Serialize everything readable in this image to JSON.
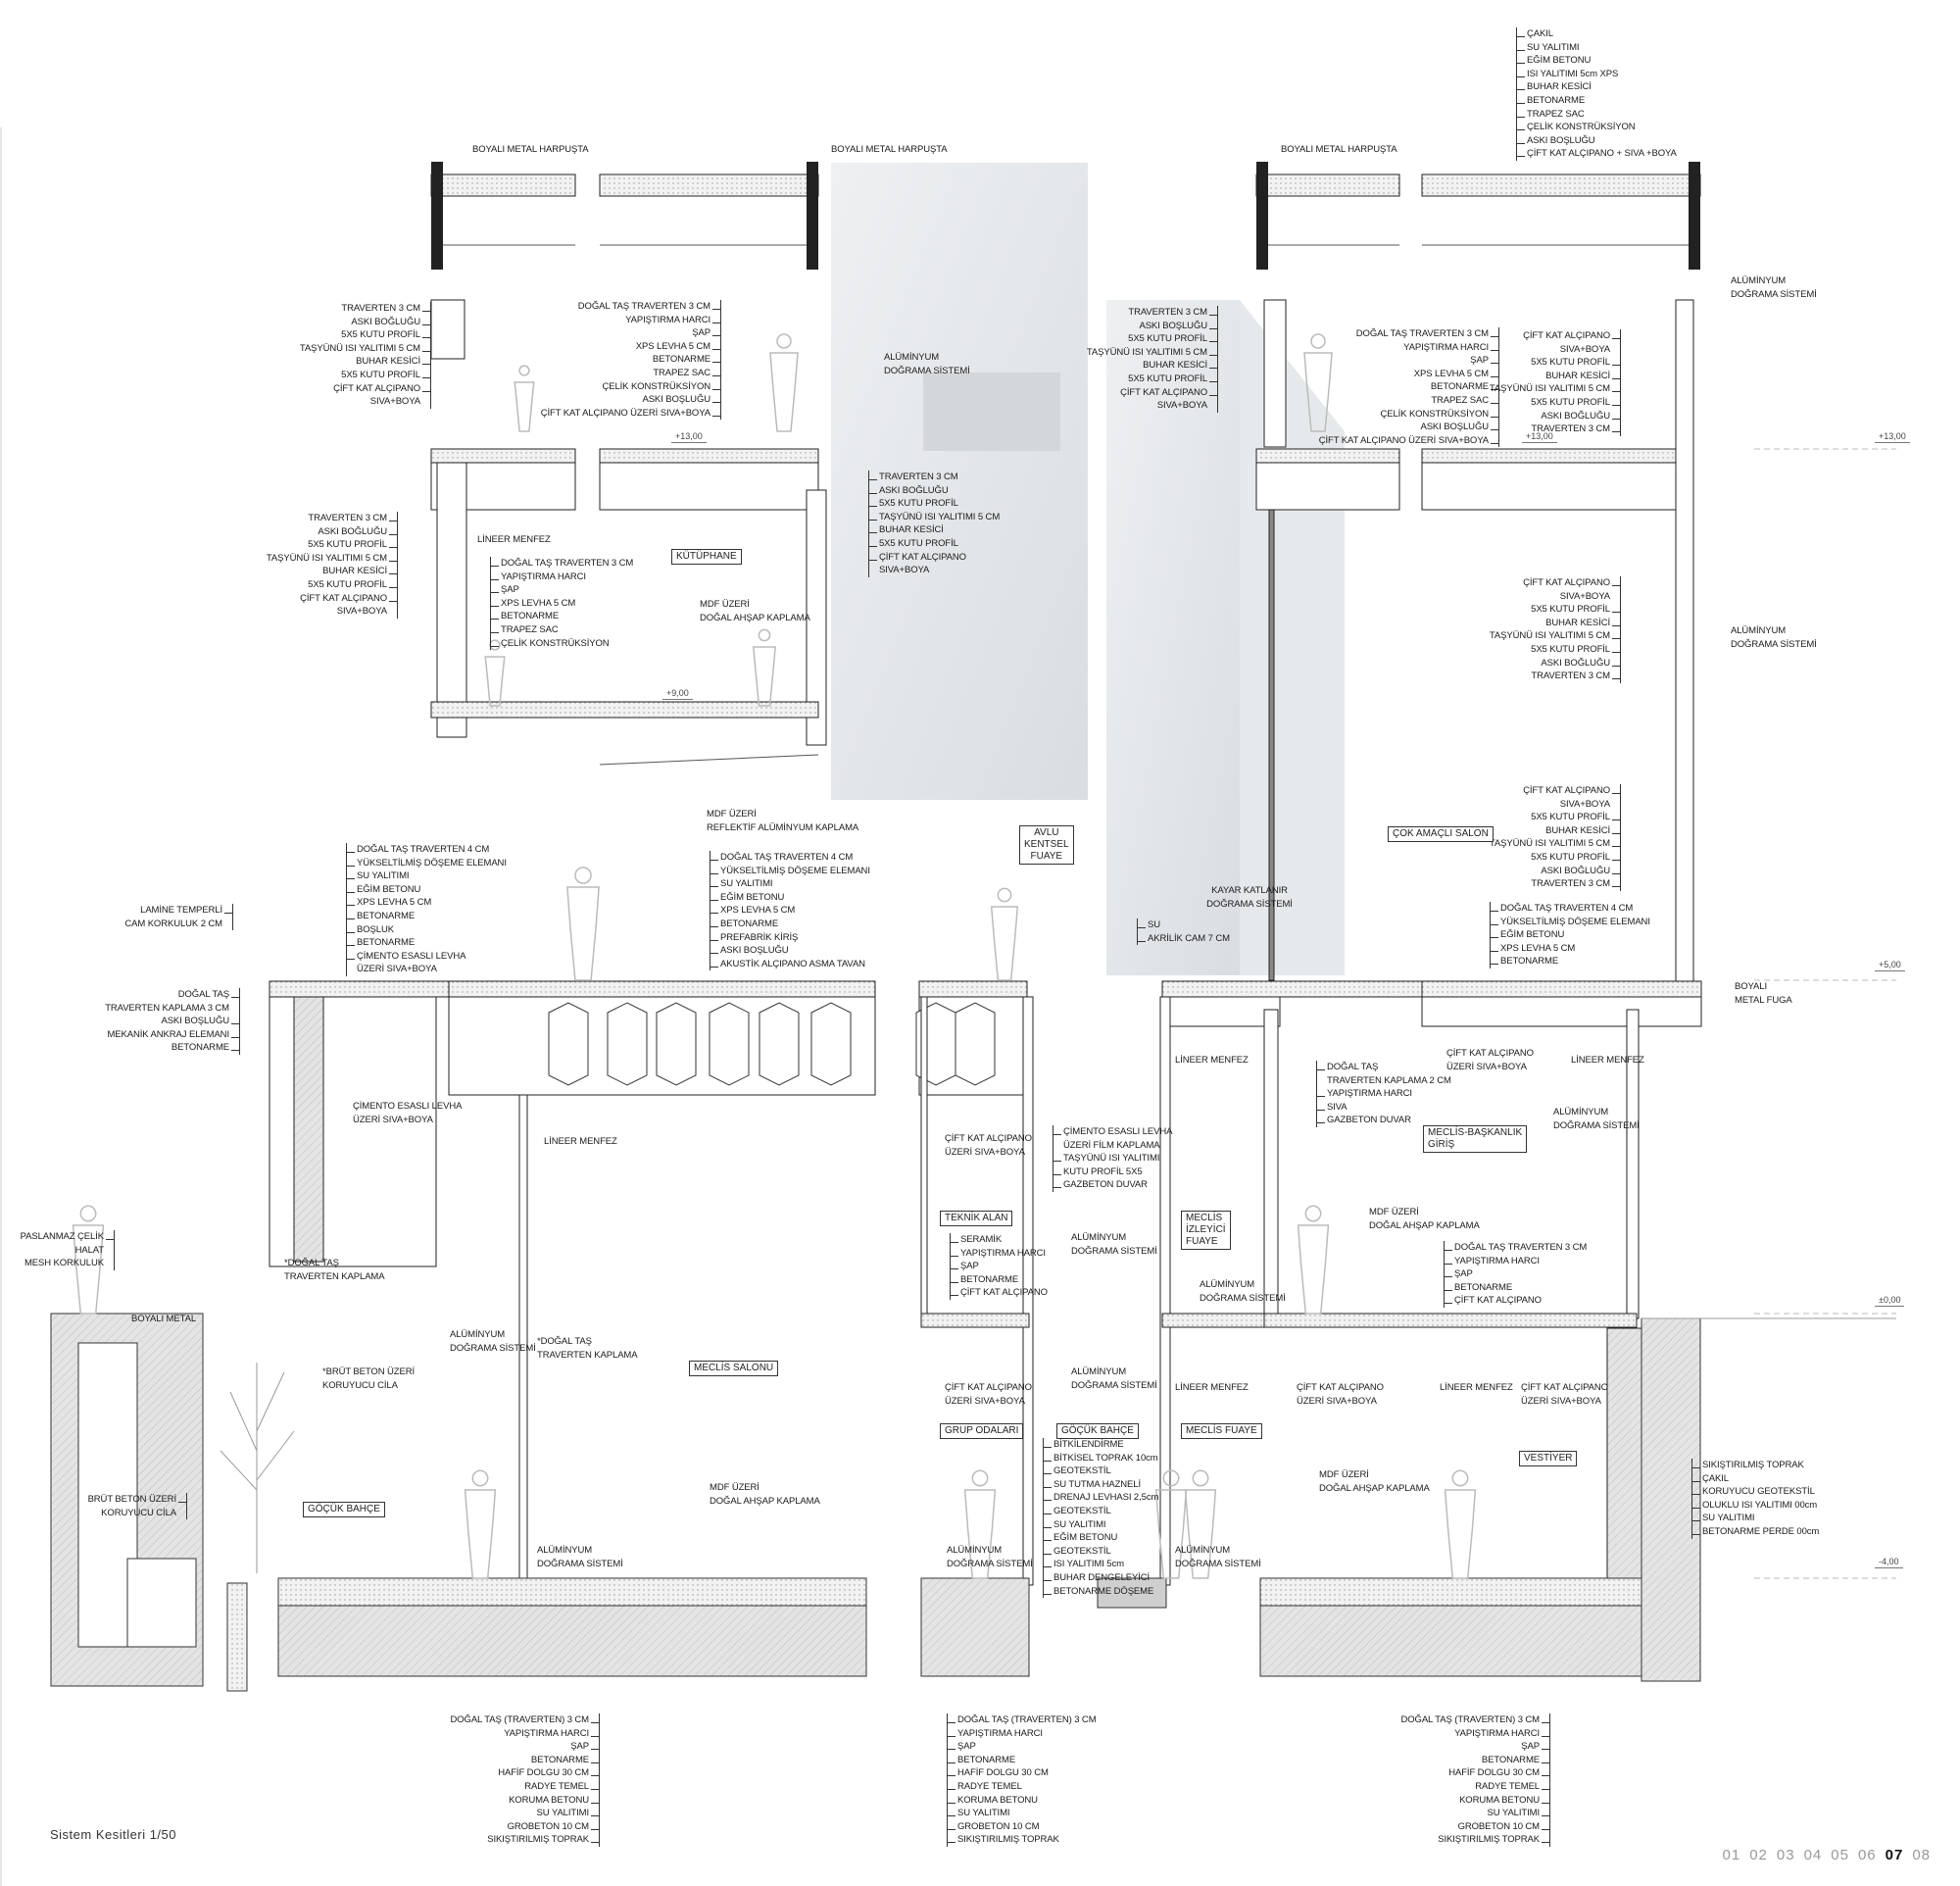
{
  "title": "Sistem Kesitleri 1/50",
  "pages": {
    "items": [
      "01",
      "02",
      "03",
      "04",
      "05",
      "06",
      "07",
      "08"
    ],
    "current": "07"
  },
  "labels": [
    [
      "ÇAKIL",
      "SU YALITIMI",
      "EĞİM BETONU",
      "ISI YALITIMI 5cm XPS",
      "BUHAR KESİCİ",
      "BETONARME",
      "TRAPEZ SAC",
      "ÇELİK KONSTRÜKSİYON",
      "ASKI BOŞLUĞU",
      "ÇİFT KAT ALÇIPANO + SIVA +BOYA"
    ],
    [
      "BOYALI METAL HARPUŞTA"
    ],
    [
      "BOYALI METAL HARPUŞTA"
    ],
    [
      "BOYALI METAL HARPUŞTA"
    ],
    [
      "TRAVERTEN 3 CM",
      "ASKI BOĞLUĞU",
      "5X5 KUTU PROFİL",
      "TAŞYÜNÜ ISI YALITIMI 5 CM",
      "BUHAR KESİCİ",
      "5X5 KUTU PROFİL",
      "ÇİFT KAT ALÇIPANO\nSIVA+BOYA"
    ],
    [
      "DOĞAL TAŞ TRAVERTEN 3 CM",
      "YAPIŞTIRMA HARCI",
      "ŞAP",
      "XPS LEVHA 5 CM",
      "BETONARME",
      "TRAPEZ SAC",
      "ÇELİK KONSTRÜKSİYON",
      "ASKI BOŞLUĞU",
      "ÇİFT KAT ALÇIPANO ÜZERİ SIVA+BOYA"
    ],
    [
      "ALÜMİNYUM\nDOĞRAMA SİSTEMİ"
    ],
    [
      "TRAVERTEN 3 CM",
      "ASKI BOĞLUĞU",
      "5X5 KUTU PROFİL",
      "TAŞYÜNÜ ISI YALITIMI 5 CM",
      "BUHAR KESİCİ",
      "5X5 KUTU PROFİL",
      "ÇİFT KAT ALÇIPANO\nSIVA+BOYA"
    ],
    [
      "TRAVERTEN 3 CM",
      "ASKI BOĞLUĞU",
      "5X5 KUTU PROFİL",
      "TAŞYÜNÜ ISI YALITIMI 5 CM",
      "BUHAR KESİCİ",
      "5X5 KUTU PROFİL",
      "ÇİFT KAT ALÇIPANO\nSIVA+BOYA"
    ],
    [
      "LİNEER MENFEZ"
    ],
    [
      "DOĞAL TAŞ TRAVERTEN 3 CM",
      "YAPIŞTIRMA HARCI",
      "ŞAP",
      "XPS LEVHA 5 CM",
      "BETONARME",
      "TRAPEZ SAC",
      "ÇELİK KONSTRÜKSİYON"
    ],
    [
      "MDF ÜZERİ\nDOĞAL AHŞAP KAPLAMA"
    ],
    [
      "MDF ÜZERİ\nREFLEKTİF ALÜMİNYUM KAPLAMA"
    ],
    [
      "TRAVERTEN 3 CM",
      "ASKI BOŞLUĞU",
      "5X5 KUTU PROFİL",
      "TAŞYÜNÜ ISI YALITIMI 5 CM",
      "BUHAR KESİCİ",
      "5X5 KUTU PROFİL",
      "ÇİFT KAT ALÇIPANO\nSIVA+BOYA"
    ],
    [
      "DOĞAL TAŞ TRAVERTEN 3 CM",
      "YAPIŞTIRMA HARCI",
      "ŞAP",
      "XPS LEVHA 5 CM",
      "BETONARME",
      "TRAPEZ SAC",
      "ÇELİK KONSTRÜKSİYON",
      "ASKI BOŞLUĞU",
      "ÇİFT KAT ALÇIPANO ÜZERİ SIVA+BOYA"
    ],
    [
      "ÇİFT KAT ALÇIPANO\nSIVA+BOYA",
      "5X5 KUTU PROFİL",
      "BUHAR KESİCİ",
      "TAŞYÜNÜ ISI YALITIMI 5 CM",
      "5X5 KUTU PROFİL",
      "ASKI BOĞLUĞU",
      "TRAVERTEN 3 CM"
    ],
    [
      "ALÜMİNYUM\nDOĞRAMA SİSTEMİ"
    ],
    [
      "ÇİFT KAT ALÇIPANO\nSIVA+BOYA",
      "5X5 KUTU PROFİL",
      "BUHAR KESİCİ",
      "TAŞYÜNÜ ISI YALITIMI 5 CM",
      "5X5 KUTU PROFİL",
      "ASKI BOĞLUĞU",
      "TRAVERTEN 3 CM"
    ],
    [
      "ALÜMİNYUM\nDOĞRAMA SİSTEMİ"
    ],
    [
      "ÇİFT KAT ALÇIPANO\nSIVA+BOYA",
      "5X5 KUTU PROFİL",
      "BUHAR KESİCİ",
      "TAŞYÜNÜ ISI YALITIMI 5 CM",
      "5X5 KUTU PROFİL",
      "ASKI BOĞLUĞU",
      "TRAVERTEN 3 CM"
    ],
    [
      "KAYAR KATLANIR\nDOĞRAMA SİSTEMİ"
    ],
    [
      "DOĞAL TAŞ TRAVERTEN 4 CM",
      "YÜKSELTİLMİŞ DÖŞEME ELEMANI",
      "EĞİM BETONU",
      "XPS LEVHA 5 CM",
      "BETONARME"
    ],
    [
      "BOYALI\nMETAL FUGA"
    ],
    [
      "DOĞAL TAŞ TRAVERTEN 4 CM",
      "YÜKSELTİLMİŞ DÖŞEME ELEMANI",
      "SU YALITIMI",
      "EĞİM BETONU",
      "XPS LEVHA 5 CM",
      "BETONARME",
      "BOŞLUK",
      "BETONARME",
      "ÇİMENTO ESASLI LEVHA\nÜZERİ SIVA+BOYA"
    ],
    [
      "LAMİNE TEMPERLİ\nCAM KORKULUK 2 CM"
    ],
    [
      "DOĞAL TAŞ\nTRAVERTEN KAPLAMA 3 CM",
      "ASKI BOŞLUĞU",
      "MEKANİK ANKRAJ ELEMANI",
      "BETONARME"
    ],
    [
      "DOĞAL TAŞ TRAVERTEN 4 CM",
      "YÜKSELTİLMİŞ DÖŞEME ELEMANI",
      "SU YALITIMI",
      "EĞİM BETONU",
      "XPS LEVHA 5 CM",
      "BETONARME",
      "PREFABRİK KİRİŞ",
      "ASKI BOŞLUĞU",
      "AKUSTİK ALÇIPANO ASMA TAVAN"
    ],
    [
      "SU",
      "AKRİLİK CAM 7 CM"
    ],
    [
      "ÇİMENTO ESASLI LEVHA\nÜZERİ SIVA+BOYA"
    ],
    [
      "LİNEER MENFEZ"
    ],
    [
      "ÇİFT KAT ALÇIPANO\nÜZERİ SIVA+BOYA"
    ],
    [
      "ÇİMENTO ESASLI LEVHA\nÜZERİ FİLM KAPLAMA",
      "TAŞYÜNÜ ISI YALITIMI",
      "KUTU PROFİL 5X5",
      "GAZBETON DUVAR"
    ],
    [
      "LİNEER MENFEZ"
    ],
    [
      "LİNEER MENFEZ"
    ],
    [
      "ÇİFT KAT ALÇIPANO\nÜZERİ SIVA+BOYA"
    ],
    [
      "DOĞAL TAŞ\nTRAVERTEN KAPLAMA 2 CM",
      "YAPIŞTIRMA HARCI",
      "SIVA",
      "GAZBETON DUVAR"
    ],
    [
      "ALÜMİNYUM\nDOĞRAMA SİSTEMİ"
    ],
    [
      "SERAMİK",
      "YAPIŞTIRMA HARCI",
      "ŞAP",
      "BETONARME",
      "ÇİFT KAT ALÇIPANO"
    ],
    [
      "ALÜMİNYUM\nDOĞRAMA SİSTEMİ"
    ],
    [
      "MDF ÜZERİ\nDOĞAL AHŞAP KAPLAMA"
    ],
    [
      "DOĞAL TAŞ TRAVERTEN 3 CM",
      "YAPIŞTIRMA HARCI",
      "ŞAP",
      "BETONARME",
      "ÇİFT KAT ALÇIPANO"
    ],
    [
      "ALÜMİNYUM\nDOĞRAMA SİSTEMİ"
    ],
    [
      "PASLANMAZ ÇELİK HALAT\nMESH KORKULUK"
    ],
    [
      "*DOĞAL TAŞ\nTRAVERTEN KAPLAMA"
    ],
    [
      "BOYALI METAL"
    ],
    [
      "ALÜMİNYUM\nDOĞRAMA SİSTEMİ"
    ],
    [
      "*DOĞAL TAŞ\nTRAVERTEN KAPLAMA"
    ],
    [
      "*BRÜT BETON ÜZERİ\nKORUYUCU CİLA"
    ],
    [
      "ALÜMİNYUM\nDOĞRAMA SİSTEMİ"
    ],
    [
      "LİNEER MENFEZ"
    ],
    [
      "ÇİFT KAT ALÇIPANO\nÜZERİ SIVA+BOYA"
    ],
    [
      "ÇİFT KAT ALÇIPANO\nÜZERİ SIVA+BOYA"
    ],
    [
      "LİNEER MENFEZ"
    ],
    [
      "ÇİFT KAT ALÇIPANO\nÜZERİ SIVA+BOYA"
    ],
    [
      "BİTKİLENDİRME",
      "BİTKİSEL TOPRAK 10cm",
      "GEOTEKSTİL",
      "SU TUTMA HAZNELİ",
      "DRENAJ LEVHASI 2,5cm",
      "GEOTEKSTİL",
      "SU YALITIMI",
      "EĞİM BETONU",
      "GEOTEKSTİL",
      "ISI YALITIMI 5cm",
      "BUHAR DENGELEYİCİ",
      "BETONARME DÖŞEME"
    ],
    [
      "SIKIŞTIRILMIŞ TOPRAK",
      "ÇAKIL",
      "KORUYUCU GEOTEKSTİL",
      "OLUKLU ISI YALITIMI 00cm",
      "SU YALITIMI",
      "BETONARME PERDE 00cm"
    ],
    [
      "MDF ÜZERİ\nDOĞAL AHŞAP KAPLAMA"
    ],
    [
      "MDF ÜZERİ\nDOĞAL AHŞAP KAPLAMA"
    ],
    [
      "BRÜT BETON ÜZERİ\nKORUYUCU CİLA"
    ],
    [
      "ALÜMİNYUM\nDOĞRAMA SİSTEMİ"
    ],
    [
      "ALÜMİNYUM\nDOĞRAMA SİSTEMİ"
    ],
    [
      "ALÜMİNYUM\nDOĞRAMA SİSTEMİ"
    ],
    [
      "DOĞAL TAŞ (TRAVERTEN) 3 CM",
      "YAPIŞTIRMA HARCI",
      "ŞAP",
      "BETONARME",
      "HAFİF DOLGU 30 CM",
      "RADYE TEMEL",
      "KORUMA BETONU",
      "SU YALITIMI",
      "GROBETON 10 CM",
      "SIKIŞTIRILMIŞ TOPRAK"
    ],
    [
      "DOĞAL TAŞ (TRAVERTEN) 3 CM",
      "YAPIŞTIRMA HARCI",
      "ŞAP",
      "BETONARME",
      "HAFİF DOLGU 30 CM",
      "RADYE TEMEL",
      "KORUMA BETONU",
      "SU YALITIMI",
      "GROBETON 10 CM",
      "SIKIŞTIRILMIŞ TOPRAK"
    ],
    [
      "DOĞAL TAŞ (TRAVERTEN) 3 CM",
      "YAPIŞTIRMA HARCI",
      "ŞAP",
      "BETONARME",
      "HAFİF DOLGU 30 CM",
      "RADYE TEMEL",
      "KORUMA BETONU",
      "SU YALITIMI",
      "GROBETON 10 CM",
      "SIKIŞTIRILMIŞ TOPRAK"
    ]
  ],
  "rooms": [
    "KÜTÜPHANE",
    "AVLU\nKENTSEL\nFUAYE",
    "ÇOK AMAÇLI SALON",
    "MECLİS-BAŞKANLIK\nGİRİŞ",
    "TEKNİK ALAN",
    "MECLİS\nİZLEYİCİ\nFUAYE",
    "MECLİS SALONU",
    "GRUP ODALARI",
    "GÖÇÜK BAHÇE",
    "MECLİS FUAYE",
    "VESTİYER",
    "GÖÇÜK BAHÇE"
  ],
  "levels": [
    "+13,00",
    "+13,00",
    "+13,00",
    "+9,00",
    "+5,00",
    "±0,00",
    "-4,00"
  ]
}
